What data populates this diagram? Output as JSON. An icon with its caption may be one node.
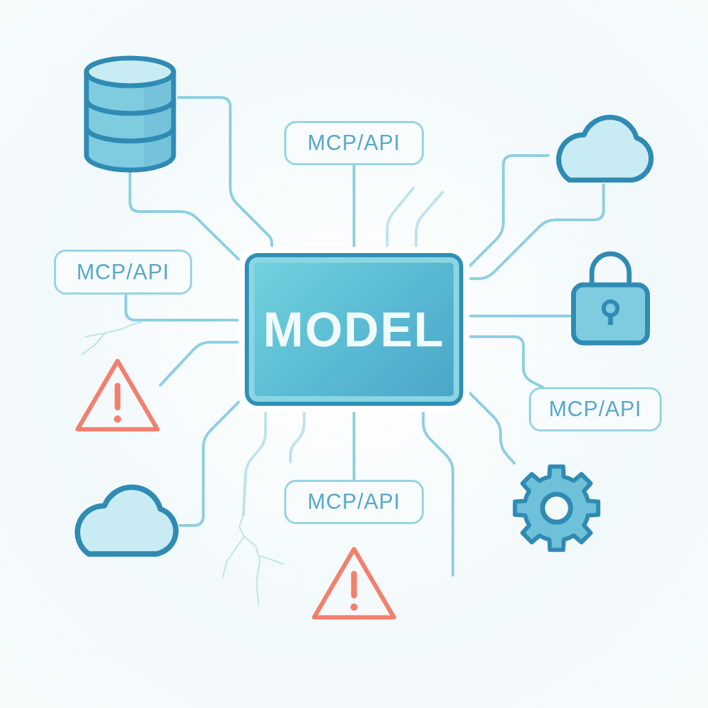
{
  "diagram": {
    "nodes": [
      {
        "text": [
          "MODEL"
        ]
      },
      {
        "text": [],
        "shape": "cylinder"
      },
      {
        "text": [
          "MCP/API"
        ]
      },
      {
        "text": [],
        "shape": "cloud"
      },
      {
        "text": [],
        "shape": "picture"
      },
      {
        "text": [
          "MCP/API"
        ]
      },
      {
        "text": [],
        "shape": "picture"
      },
      {
        "text": [
          "MCP/API"
        ]
      },
      {
        "text": [],
        "shape": "cloud"
      },
      {
        "text": [
          "MCP/API"
        ]
      },
      {
        "text": [],
        "shape": "picture"
      },
      {
        "text": [],
        "shape": "picture"
      }
    ],
    "edges": [
      {
        "from": 0,
        "to": 1,
        "arrow": "none"
      },
      {
        "from": 0,
        "to": 1,
        "arrow": "none"
      },
      {
        "from": 0,
        "to": 2,
        "arrow": "none"
      },
      {
        "from": 0,
        "to": null,
        "arrow": "none",
        "color": "#bfe3ec"
      },
      {
        "from": 0,
        "to": null,
        "arrow": "none",
        "color": "#bfe3ec"
      },
      {
        "from": 0,
        "to": 3,
        "arrow": "none"
      },
      {
        "from": 0,
        "to": 3,
        "arrow": "none"
      },
      {
        "from": 0,
        "to": 4,
        "arrow": "none"
      },
      {
        "from": 0,
        "to": 5,
        "arrow": "none"
      },
      {
        "from": 0,
        "to": 6,
        "arrow": "none"
      },
      {
        "from": 0,
        "to": 7,
        "arrow": "none"
      },
      {
        "from": 0,
        "to": 10,
        "arrow": "none"
      },
      {
        "from": 0,
        "to": null,
        "arrow": "none"
      },
      {
        "from": 0,
        "to": 9,
        "arrow": "none"
      },
      {
        "from": 0,
        "to": null,
        "arrow": "none",
        "color": "#bfe3ec"
      },
      {
        "from": 0,
        "to": null,
        "arrow": "none",
        "color": "#bfe3ec"
      },
      {
        "from": 0,
        "to": 8,
        "arrow": "none"
      }
    ]
  }
}
